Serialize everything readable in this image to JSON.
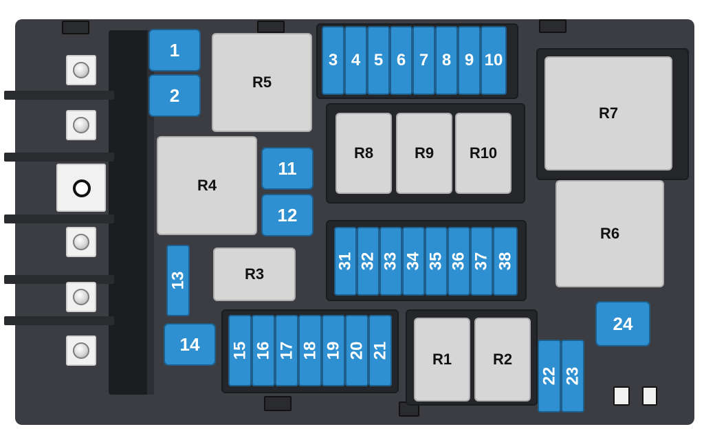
{
  "diagram": {
    "colors": {
      "housing": "#3b3d42",
      "fuse_blue": "#2e90d1",
      "relay_gray": "#d6d6d6",
      "socket_dark": "#252629",
      "label_white": "#ffffff",
      "label_black": "#111111"
    },
    "fuses_small": [
      {
        "id": "f1",
        "label": "1"
      },
      {
        "id": "f2",
        "label": "2"
      },
      {
        "id": "f11",
        "label": "11"
      },
      {
        "id": "f12",
        "label": "12"
      },
      {
        "id": "f14",
        "label": "14"
      },
      {
        "id": "f24",
        "label": "24"
      }
    ],
    "fuses_top_row": [
      "3",
      "4",
      "5",
      "6",
      "7",
      "8",
      "9",
      "10"
    ],
    "fuses_middle_row": [
      "31",
      "32",
      "33",
      "34",
      "35",
      "36",
      "37",
      "38"
    ],
    "fuses_bottom_row": [
      "15",
      "16",
      "17",
      "18",
      "19",
      "20",
      "21"
    ],
    "fuses_right_pair": [
      "22",
      "23"
    ],
    "fuse_13": "13",
    "relays": {
      "r1": "R1",
      "r2": "R2",
      "r3": "R3",
      "r4": "R4",
      "r5": "R5",
      "r6": "R6",
      "r7": "R7",
      "r8": "R8",
      "r9": "R9",
      "r10": "R10"
    },
    "icons": [
      "bolt-icon",
      "terminal-ring-icon",
      "latch-clip-icon"
    ]
  }
}
